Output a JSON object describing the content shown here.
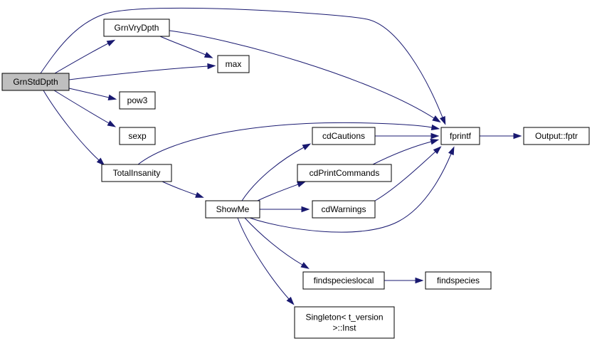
{
  "colors": {
    "background": "#ffffff",
    "highlight_fill": "#bfbfbf",
    "node_fill": "#ffffff",
    "node_border": "#000000",
    "edge": "#191970"
  },
  "nodes": [
    {
      "id": "grnstddpth",
      "label": "GrnStdDpth",
      "highlighted": true
    },
    {
      "id": "grnvrydpth",
      "label": "GrnVryDpth"
    },
    {
      "id": "max",
      "label": "max"
    },
    {
      "id": "pow3",
      "label": "pow3"
    },
    {
      "id": "sexp",
      "label": "sexp"
    },
    {
      "id": "totalinsanity",
      "label": "TotalInsanity"
    },
    {
      "id": "fprintf",
      "label": "fprintf"
    },
    {
      "id": "output_fptr",
      "label": "Output::fptr"
    },
    {
      "id": "showme",
      "label": "ShowMe"
    },
    {
      "id": "cdcautions",
      "label": "cdCautions"
    },
    {
      "id": "cdprintcommands",
      "label": "cdPrintCommands"
    },
    {
      "id": "cdwarnings",
      "label": "cdWarnings"
    },
    {
      "id": "findspecieslocal",
      "label": "findspecieslocal"
    },
    {
      "id": "findspecies",
      "label": "findspecies"
    },
    {
      "id": "singleton_inst",
      "label": "Singleton< t_version\n>::Inst"
    }
  ],
  "edges": [
    {
      "from": "grnstddpth",
      "to": "grnvrydpth"
    },
    {
      "from": "grnstddpth",
      "to": "max"
    },
    {
      "from": "grnstddpth",
      "to": "fprintf"
    },
    {
      "from": "grnstddpth",
      "to": "pow3"
    },
    {
      "from": "grnstddpth",
      "to": "sexp"
    },
    {
      "from": "grnstddpth",
      "to": "totalinsanity"
    },
    {
      "from": "grnvrydpth",
      "to": "max"
    },
    {
      "from": "grnvrydpth",
      "to": "fprintf"
    },
    {
      "from": "totalinsanity",
      "to": "fprintf"
    },
    {
      "from": "totalinsanity",
      "to": "showme"
    },
    {
      "from": "fprintf",
      "to": "output_fptr"
    },
    {
      "from": "showme",
      "to": "cdcautions"
    },
    {
      "from": "showme",
      "to": "cdprintcommands"
    },
    {
      "from": "showme",
      "to": "cdwarnings"
    },
    {
      "from": "showme",
      "to": "fprintf"
    },
    {
      "from": "showme",
      "to": "findspecieslocal"
    },
    {
      "from": "showme",
      "to": "singleton_inst"
    },
    {
      "from": "cdcautions",
      "to": "fprintf"
    },
    {
      "from": "cdprintcommands",
      "to": "fprintf"
    },
    {
      "from": "cdwarnings",
      "to": "fprintf"
    },
    {
      "from": "findspecieslocal",
      "to": "findspecies"
    }
  ]
}
